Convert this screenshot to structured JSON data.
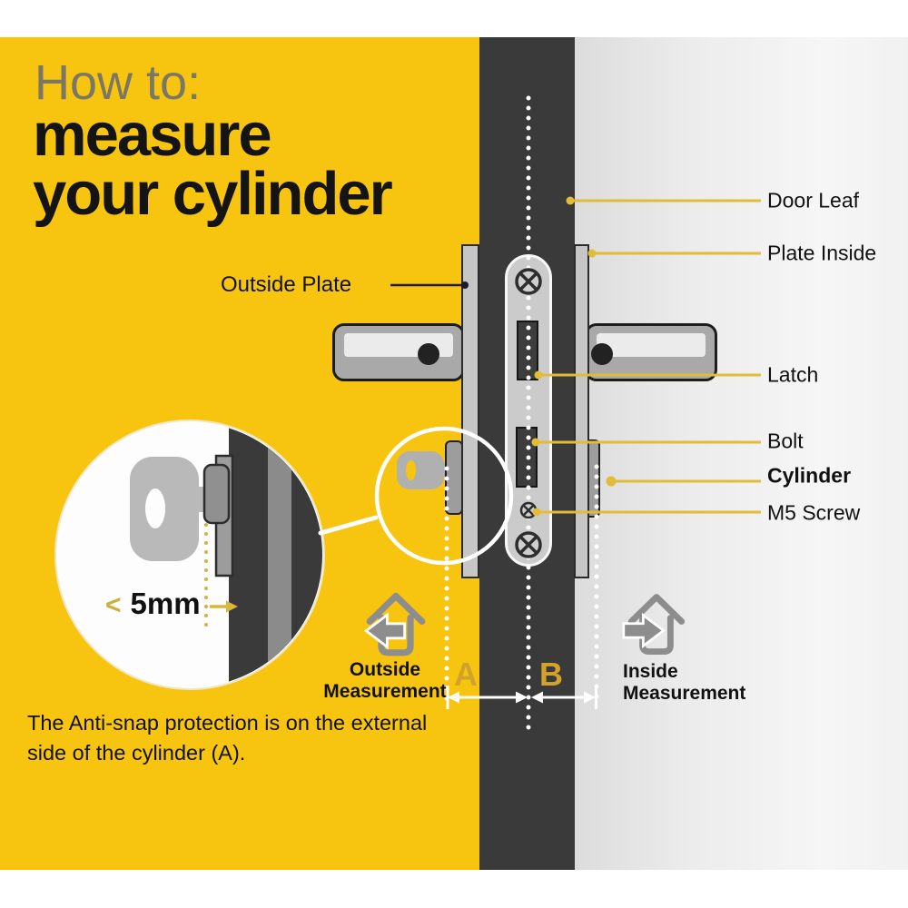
{
  "title": {
    "prefix": "How to:",
    "line1": "measure",
    "line2": "your cylinder"
  },
  "callouts": {
    "outside_plate": "Outside Plate",
    "door_leaf": "Door Leaf",
    "plate_inside": "Plate Inside",
    "latch": "Latch",
    "bolt": "Bolt",
    "cylinder": "Cylinder",
    "m5_screw": "M5 Screw"
  },
  "magnifier": {
    "less_than": "<",
    "value": "5mm"
  },
  "measurements": {
    "a": "A",
    "b": "B",
    "outside": {
      "line1": "Outside",
      "line2": "Measurement"
    },
    "inside": {
      "line1": "Inside",
      "line2": "Measurement"
    }
  },
  "footnote": "The Anti-snap protection is on the external side of the cylinder (A).",
  "colors": {
    "background_yellow": "#f7c50f",
    "door_leaf_dark": "#3a3a3a",
    "leader_line_yellow": "#e2bb37",
    "measure_gold": "#d2a32b",
    "icon_gray": "#8d8d8d",
    "title_gray": "#7b7766"
  },
  "icons": [
    "house-arrow-left-icon",
    "house-arrow-right-icon",
    "key-icon",
    "screw-icon",
    "magnifier-circle-icon"
  ]
}
